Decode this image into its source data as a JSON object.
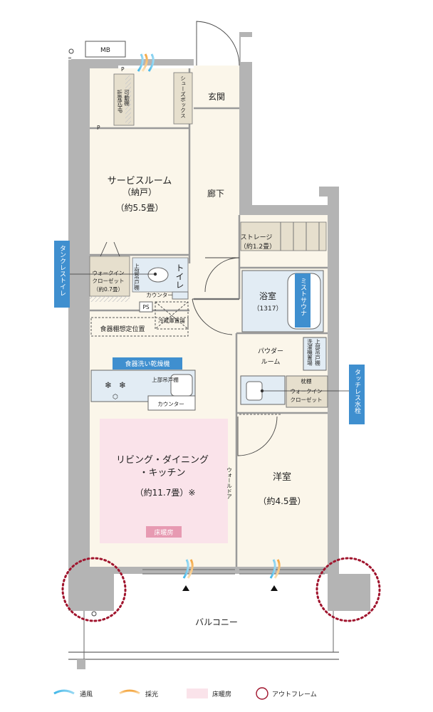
{
  "rooms": {
    "service_room": {
      "name": "サービスルーム",
      "sub": "（納戸）",
      "size": "（約5.5畳）"
    },
    "entrance": "玄関",
    "hallway": "廊下",
    "shoe_box": "シューズボックス",
    "folding_hp": "折畳式HP",
    "movable": "可動棚",
    "storage": {
      "name": "ストレージ",
      "size": "（約1.2畳）"
    },
    "toilet": "トイレ",
    "upper_shelf_toilet": "上部吊戸棚",
    "counter_toilet": "カウンター",
    "wic_small": {
      "name": "ウォークイン",
      "name2": "クローゼット",
      "size": "（約0.7畳）"
    },
    "ps": "PS",
    "fridge": "冷蔵庫置場",
    "dish_shelf": "食器棚想定位置",
    "bath": {
      "name": "浴室",
      "size": "（1317）"
    },
    "powder": {
      "name": "パウダー",
      "name2": "ルーム"
    },
    "laundry": {
      "l1": "上部吊戸棚",
      "l2": "洗濯機置場"
    },
    "kitchen_upper": "上部吊戸棚",
    "kitchen_counter": "カウンター",
    "ldk": {
      "name": "リビング・ダイニング",
      "name2": "・キッチン",
      "size": "（約11.7畳）※",
      "floor_heat": "床暖房"
    },
    "western": {
      "name": "洋室",
      "size": "（約4.5畳）"
    },
    "wic_west": {
      "t1": "枕棚",
      "t2": "ウォークイン",
      "t3": "クローゼット"
    },
    "walk_door": "ウォールドア",
    "balcony": "バルコニー",
    "mb": "MB",
    "p_mark": "P"
  },
  "callouts": {
    "tankless": "タンクレストイレ",
    "mist_sauna": "ミストサウナ",
    "dishwasher": "食器洗い乾燥機",
    "touchless": "タッチレス水栓"
  },
  "legend": [
    {
      "icon": "wind",
      "label": "通風"
    },
    {
      "icon": "light",
      "label": "採光"
    },
    {
      "icon": "floorheat",
      "label": "床暖房"
    },
    {
      "icon": "outframe",
      "label": "アウトフレーム"
    }
  ],
  "colors": {
    "wall": "#b4b4b4",
    "floor": "#fbf6ea",
    "accent_blue": "#3f8fcf",
    "floor_heat": "#fae3ea",
    "outframe": "#a0142d",
    "furniture": "#e6dfcd",
    "bath": "#e2ecf4"
  }
}
